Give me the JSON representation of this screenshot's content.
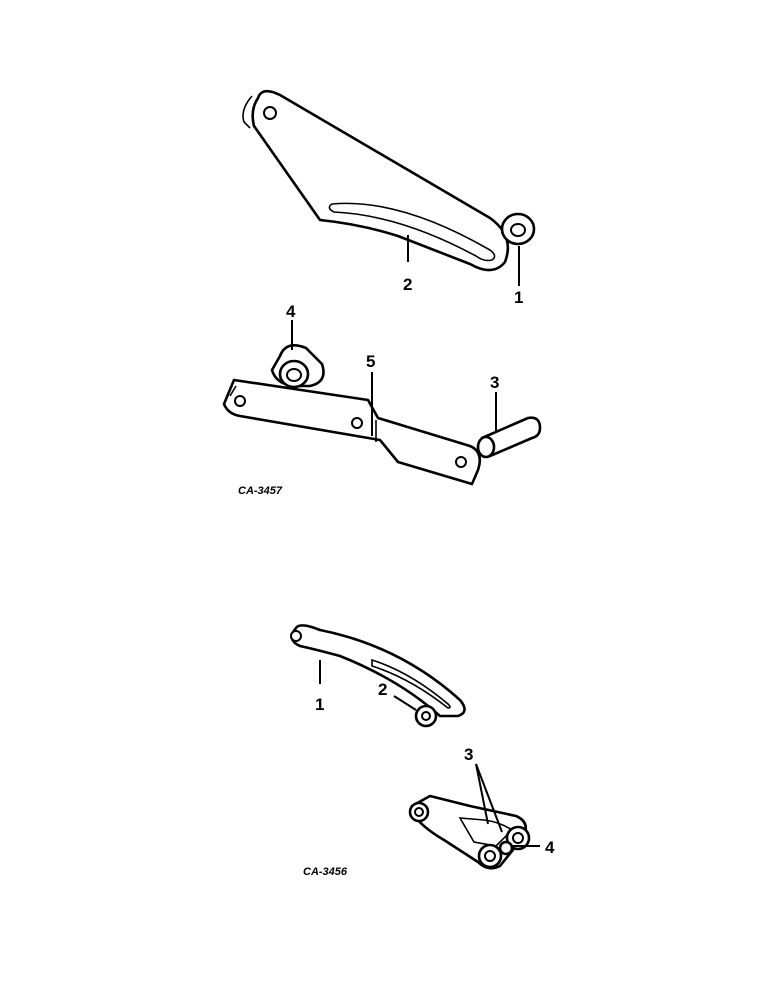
{
  "diagrams": [
    {
      "figure_code": "CA-3457",
      "callouts": [
        {
          "id": "1",
          "part": "washer"
        },
        {
          "id": "2",
          "part": "slotted-bracket"
        },
        {
          "id": "3",
          "part": "pin"
        },
        {
          "id": "4",
          "part": "spacer"
        },
        {
          "id": "5",
          "part": "brace-bar"
        }
      ]
    },
    {
      "figure_code": "CA-3456",
      "callouts": [
        {
          "id": "1",
          "part": "curved-slotted-strap"
        },
        {
          "id": "2",
          "part": "washer"
        },
        {
          "id": "3",
          "part": "mounting-bracket"
        },
        {
          "id": "4",
          "part": "bushing"
        }
      ]
    }
  ]
}
